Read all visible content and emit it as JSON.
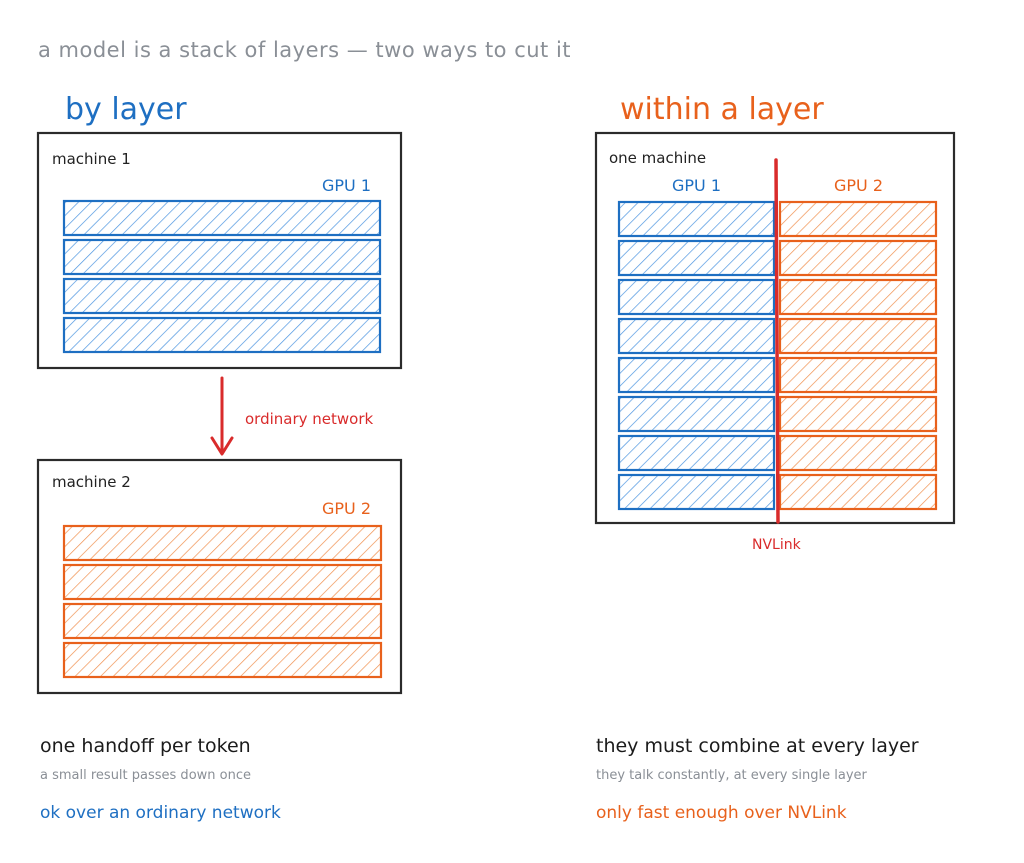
{
  "subtitle": "a model is a stack of layers — two ways to cut it",
  "left_panel": {
    "heading": "by layer",
    "machine1": {
      "label": "machine 1",
      "gpu_label": "GPU 1",
      "layer_count": 4
    },
    "arrow_label": "ordinary network",
    "machine2": {
      "label": "machine 2",
      "gpu_label": "GPU 2",
      "layer_count": 4
    },
    "caption_title": "one handoff per token",
    "caption_sub": "a small result passes down once",
    "caption_note": "ok over an ordinary network"
  },
  "right_panel": {
    "heading": "within a layer",
    "machine": {
      "label": "one machine",
      "gpu1_label": "GPU 1",
      "gpu2_label": "GPU 2",
      "layer_count": 8
    },
    "link_label": "NVLink",
    "caption_title": "they must combine at every layer",
    "caption_sub": "they talk constantly, at every single layer",
    "caption_note": "only fast enough over NVLink"
  },
  "colors": {
    "blue": "#1e6fc2",
    "orange": "#e8611c",
    "red": "#d92b2b",
    "ink": "#222222",
    "muted": "#8a8f96"
  }
}
